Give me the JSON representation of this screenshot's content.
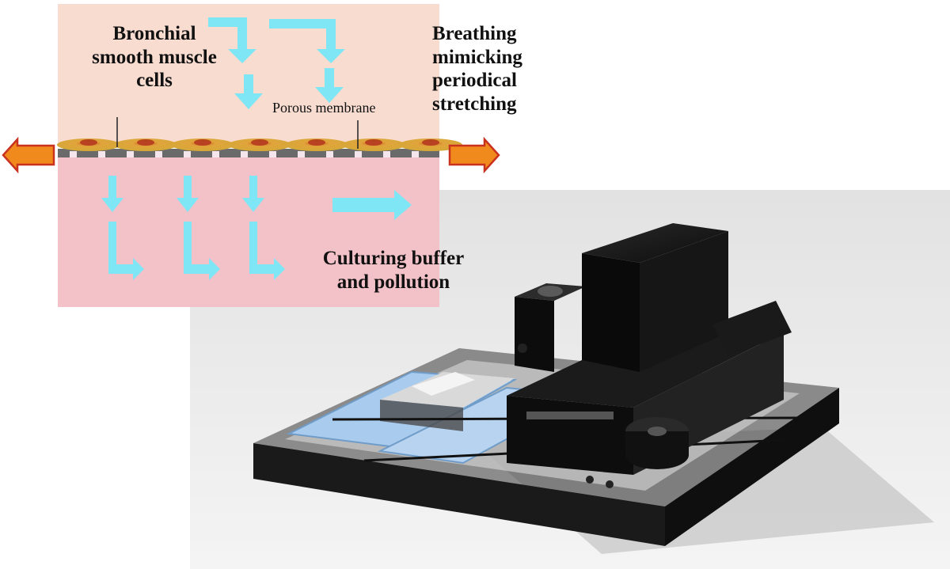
{
  "labels": {
    "cells": "Bronchial\nsmooth muscle\ncells",
    "breathing": "Breathing\nmimicking\nperiodical\nstretching",
    "membrane": "Porous membrane",
    "buffer": "Culturing buffer\nand pollution"
  },
  "colors": {
    "upper_chamber": "#f8dcd0",
    "lower_chamber": "#f2c2c8",
    "flow_arrow": "#7fe6f5",
    "stretch_arrow_fill": "#f08a1c",
    "stretch_arrow_edge": "#c8321e",
    "membrane": "#6a6a6a",
    "cells": "#dba93a",
    "device_body": "#141414",
    "glass": "#a9cbee"
  },
  "icons": [
    "cell-layer",
    "porous-membrane",
    "flow-arrow",
    "stretch-arrow",
    "organ-chip-device"
  ]
}
